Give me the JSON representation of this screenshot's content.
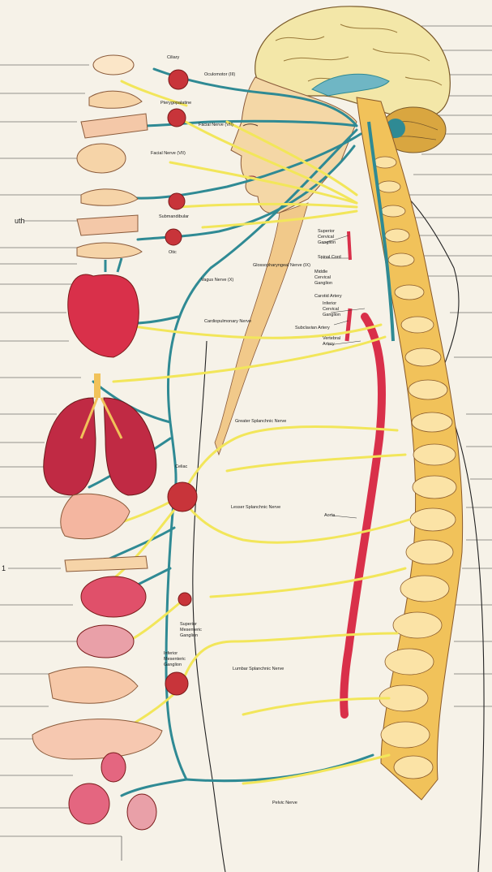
{
  "labels": {
    "ciliary": "Ciliary",
    "oculomotor": "Oculomotor (III)",
    "pterygopalatine": "Pterygopalatine",
    "facial_nerve_upper": "Facial Nerve (VII)",
    "facial_nerve_lower": "Facial Nerve (VII)",
    "submandibular": "Submandibular",
    "otic": "Otic",
    "glossopharyngeal": "Glossopharyngeal Nerve (IX)",
    "vagus": "Vagus Nerve (X)",
    "superior_cervical": [
      "Superior",
      "Cervical",
      "Ganglion"
    ],
    "spinal_cord": "Spinal Cord",
    "middle_cervical": [
      "Middle",
      "Cervical",
      "Ganglion"
    ],
    "carotid_artery": "Carotid Artery",
    "inferior_cervical": [
      "Inferior",
      "Cervical",
      "Ganglion"
    ],
    "subclavian_artery": "Subclavian Artery",
    "vertebral_artery": [
      "Vertebral",
      "Artery"
    ],
    "cardiopulmonary": "Cardiopulmonary Nerve",
    "greater_splanchnic": "Greater Splanchnic Nerve",
    "celiac": "Celiac",
    "lesser_splanchnic": "Lesser Splanchnic Nerve",
    "aorta": "Aorta",
    "superior_mesenteric": [
      "Superior",
      "Mesenteric",
      "Ganglion"
    ],
    "inferior_mesenteric": [
      "Inferior",
      "Mesenteric",
      "Ganglion"
    ],
    "lumbar_splanchnic": "Lumbar Splanchnic Nerve",
    "pelvic": "Pelvic Nerve"
  },
  "edge_text": {
    "left_mid": "uth",
    "left_low": "1"
  },
  "colors": {
    "background": "#f6f2e8",
    "sympathetic_nerve": "#f2e65a",
    "parasympathetic_nerve": "#2f8a94",
    "ganglion": "#c8343a",
    "organ": "#d9304a",
    "bone": "#f1c25a",
    "skin": "#f4d7a6",
    "brain": "#f3e7a8"
  }
}
